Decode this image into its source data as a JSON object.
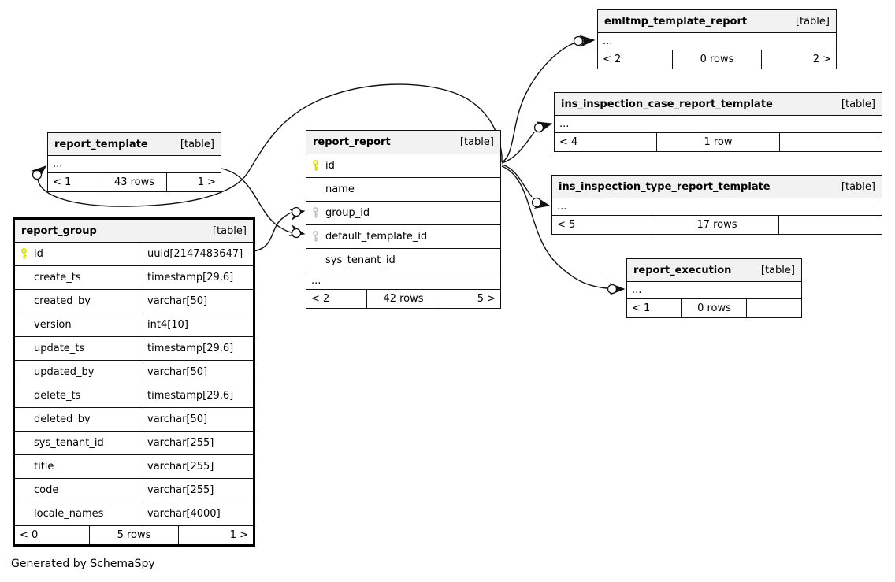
{
  "footer_note": "Generated by SchemaSpy",
  "colors": {
    "header_bg": "#f2f2f2",
    "border": "#111111",
    "primary_key": "#d6d600",
    "foreign_key": "#c0c0c0"
  },
  "tables": {
    "emltmp_template_report": {
      "name": "emltmp_template_report",
      "tag": "[table]",
      "hidden_columns": "...",
      "footer": {
        "left": "< 2",
        "center": "0 rows",
        "right": "2 >"
      }
    },
    "ins_inspection_case_report_template": {
      "name": "ins_inspection_case_report_template",
      "tag": "[table]",
      "hidden_columns": "...",
      "footer": {
        "left": "< 4",
        "center": "1 row",
        "right": ""
      }
    },
    "ins_inspection_type_report_template": {
      "name": "ins_inspection_type_report_template",
      "tag": "[table]",
      "hidden_columns": "...",
      "footer": {
        "left": "< 5",
        "center": "17 rows",
        "right": ""
      }
    },
    "report_execution": {
      "name": "report_execution",
      "tag": "[table]",
      "hidden_columns": "...",
      "footer": {
        "left": "< 1",
        "center": "0 rows",
        "right": ""
      }
    },
    "report_template": {
      "name": "report_template",
      "tag": "[table]",
      "hidden_columns": "...",
      "footer": {
        "left": "< 1",
        "center": "43 rows",
        "right": "1 >"
      }
    },
    "report_report": {
      "name": "report_report",
      "tag": "[table]",
      "columns": [
        {
          "name": "id",
          "key": "pk"
        },
        {
          "name": "name",
          "key": ""
        },
        {
          "name": "group_id",
          "key": "fk"
        },
        {
          "name": "default_template_id",
          "key": "fk"
        },
        {
          "name": "sys_tenant_id",
          "key": ""
        }
      ],
      "hidden_columns": "...",
      "footer": {
        "left": "< 2",
        "center": "42 rows",
        "right": "5 >"
      }
    },
    "report_group": {
      "name": "report_group",
      "tag": "[table]",
      "columns": [
        {
          "name": "id",
          "type": "uuid[2147483647]",
          "key": "pk"
        },
        {
          "name": "create_ts",
          "type": "timestamp[29,6]",
          "key": ""
        },
        {
          "name": "created_by",
          "type": "varchar[50]",
          "key": ""
        },
        {
          "name": "version",
          "type": "int4[10]",
          "key": ""
        },
        {
          "name": "update_ts",
          "type": "timestamp[29,6]",
          "key": ""
        },
        {
          "name": "updated_by",
          "type": "varchar[50]",
          "key": ""
        },
        {
          "name": "delete_ts",
          "type": "timestamp[29,6]",
          "key": ""
        },
        {
          "name": "deleted_by",
          "type": "varchar[50]",
          "key": ""
        },
        {
          "name": "sys_tenant_id",
          "type": "varchar[255]",
          "key": ""
        },
        {
          "name": "title",
          "type": "varchar[255]",
          "key": ""
        },
        {
          "name": "code",
          "type": "varchar[255]",
          "key": ""
        },
        {
          "name": "locale_names",
          "type": "varchar[4000]",
          "key": ""
        }
      ],
      "footer": {
        "left": "< 0",
        "center": "5 rows",
        "right": "1 >"
      }
    }
  }
}
